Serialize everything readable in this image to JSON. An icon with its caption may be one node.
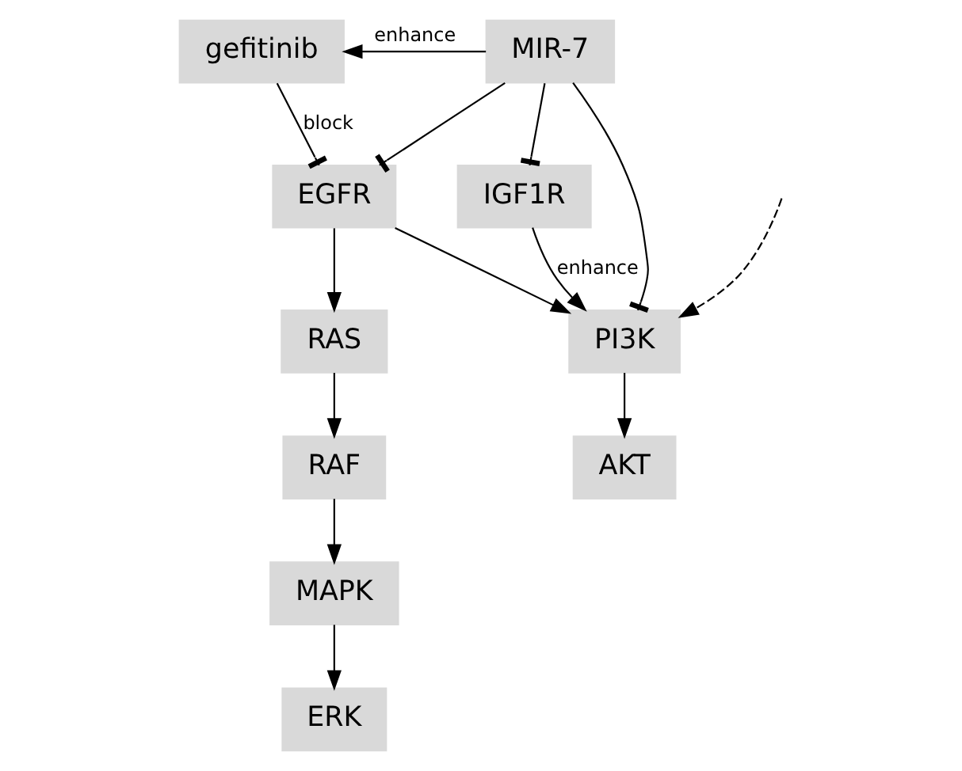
{
  "diagram": {
    "nodes": [
      {
        "text": [
          "gefitinib"
        ]
      },
      {
        "text": [
          "EGFR"
        ]
      },
      {
        "text": [
          "IGF1R"
        ]
      },
      {
        "text": [
          "RAS"
        ]
      },
      {
        "text": [
          "PI3K"
        ]
      },
      {
        "text": [
          "RAF"
        ]
      },
      {
        "text": [
          "AKT"
        ]
      },
      {
        "text": [
          "MAPK"
        ]
      },
      {
        "text": [
          "ERK"
        ]
      },
      {
        "text": [
          "MIR-7"
        ]
      }
    ],
    "edges": [
      {
        "from": 0,
        "to": 1,
        "arrow": "other",
        "label": "block"
      },
      {
        "from": null,
        "to": 4,
        "arrow": "to",
        "style": "dashed"
      },
      {
        "from": 1,
        "to": 3,
        "arrow": "to"
      },
      {
        "from": 1,
        "to": 4,
        "arrow": "to"
      },
      {
        "from": 2,
        "to": 4,
        "arrow": "to",
        "label": "enhance"
      },
      {
        "from": 3,
        "to": 5,
        "arrow": "to"
      },
      {
        "from": 5,
        "to": 7,
        "arrow": "to"
      },
      {
        "from": 7,
        "to": 8,
        "arrow": "to"
      },
      {
        "from": 4,
        "to": 6,
        "arrow": "to"
      },
      {
        "from": 9,
        "to": 1,
        "arrow": "other"
      },
      {
        "from": 9,
        "to": 4,
        "arrow": "other"
      },
      {
        "from": 9,
        "to": 2,
        "arrow": "other"
      },
      {
        "from": 9,
        "to": 0,
        "arrow": "to",
        "label": "enhance"
      }
    ]
  }
}
